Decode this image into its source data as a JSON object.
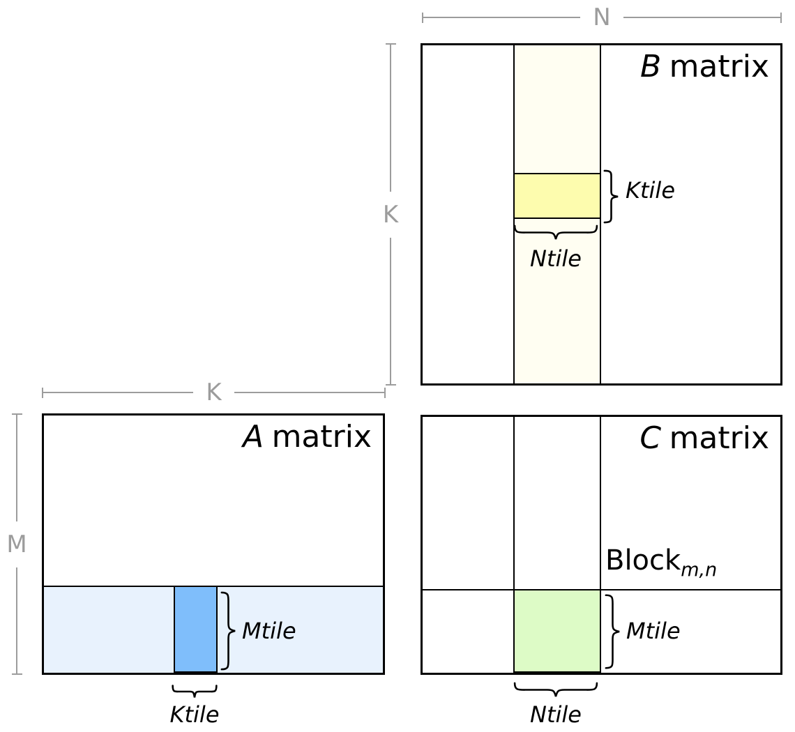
{
  "colors": {
    "outline_black": "#000000",
    "dim_gray": "#9c9c9c",
    "b_strip_fill": "#fffef2",
    "b_tile_fill": "#fdfcae",
    "a_strip_fill": "#e8f2fd",
    "a_tile_fill": "#7fbefb",
    "c_tile_fill": "#ddfbc6"
  },
  "dimensions": {
    "n_label": "N",
    "k_vertical_label": "K",
    "k_horizontal_label": "K",
    "m_label": "M"
  },
  "matrices": {
    "b": {
      "letter": "B",
      "word": "matrix",
      "tile_height_label": "Ktile",
      "tile_width_label": "Ntile"
    },
    "a": {
      "letter": "A",
      "word": "matrix",
      "tile_height_label": "Mtile",
      "tile_width_label": "Ktile"
    },
    "c": {
      "letter": "C",
      "word": "matrix",
      "tile_height_label": "Mtile",
      "tile_width_label": "Ntile",
      "block_label": "Block",
      "block_subscript": "m,n"
    }
  }
}
